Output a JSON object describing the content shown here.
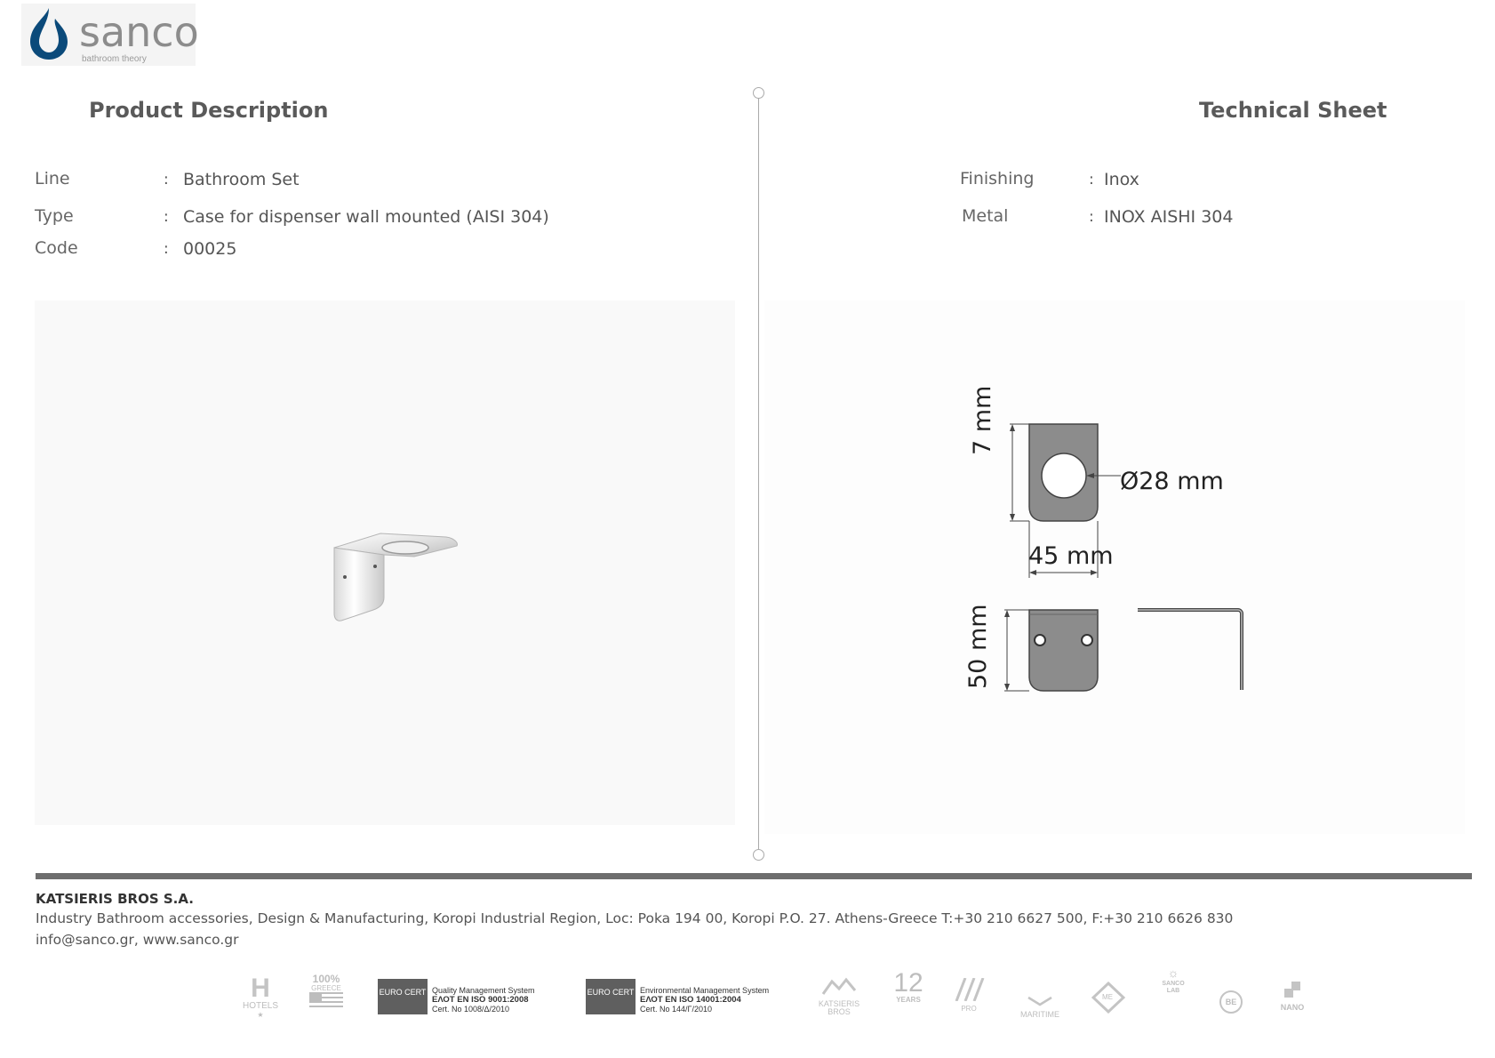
{
  "brand": {
    "name": "sanco",
    "tagline": "bathroom theory",
    "color": "#0b4a7a"
  },
  "left": {
    "title": "Product Description",
    "rows": [
      {
        "label": "Line",
        "value": "Bathroom Set"
      },
      {
        "label": "Type",
        "value": "Case for dispenser wall mounted (AISI 304)"
      },
      {
        "label": "Code",
        "value": "00025"
      }
    ]
  },
  "right": {
    "title": "Technical Sheet",
    "rows": [
      {
        "label": "Finishing",
        "value": "Inox"
      },
      {
        "label": "Metal",
        "value": "INOX AISHI 304"
      }
    ]
  },
  "drawing": {
    "height": "7 mm",
    "diameter": "Ø28 mm",
    "width": "45 mm",
    "depth": "50 mm"
  },
  "footer": {
    "company": "KATSIERIS BROS S.A.",
    "address": "Industry Bathroom accessories, Design & Manufacturing, Koropi Industrial Region, Loc: Poka 194 00, Koropi P.O. 27. Athens-Greece   T:+30 210 6627 500, F:+30 210 6626 830",
    "contact": "info@sanco.gr, www.sanco.gr"
  },
  "certs": [
    {
      "line1": "Quality Management System",
      "line2": "ΕΛΟΤ EN ISO 9001:2008",
      "line3": "Cert. No 1008/Δ/2010"
    },
    {
      "line1": "Environmental Management System",
      "line2": "ΕΛΟΤ EN ISO 14001:2004",
      "line3": "Cert. No 144/Γ/2010"
    }
  ],
  "badges": {
    "hotels": "HOTELS",
    "made_in_greece_pct": "100%",
    "made_in_greece": "GREECE",
    "euro_cert": "EURO CERT",
    "katsieris": "KATSIERIS BROS",
    "years_num": "12",
    "years": "YEARS",
    "projects": "PRO",
    "maritime": "MARITIME",
    "me": "ME",
    "sanco_lab": "SANCO LAB",
    "be": "BE",
    "nano": "NANO"
  }
}
